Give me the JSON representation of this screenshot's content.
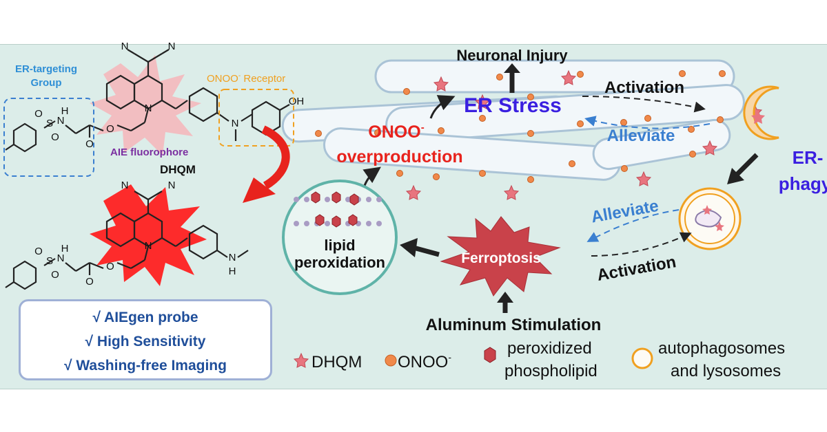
{
  "molecule_labels": {
    "er_targeting_line1": "ER-targeting",
    "er_targeting_line2": "Group",
    "onoo_receptor": "ONOO",
    "onoo_receptor_sup": "-",
    "onoo_receptor_suffix": " Receptor",
    "aie_fluorophore": "AIE  fluorophore",
    "probe_name": "DHQM",
    "atom_cn": "N",
    "atom_n": "N",
    "atom_h": "H",
    "atom_s": "S",
    "atom_o": "O",
    "atom_oh": "OH"
  },
  "features": [
    "√ AIEgen probe",
    "√ High Sensitivity",
    "√ Washing-free Imaging"
  ],
  "pathway": {
    "neuronal_injury": "Neuronal Injury",
    "er_stress": "ER Stress",
    "activation_top": "Activation",
    "alleviate_top": "Alleviate",
    "onoo_line1": "ONOO",
    "onoo_sup": "-",
    "onoo_line2": "overproduction",
    "er_phagy_line1": "ER-",
    "er_phagy_line2": "phagy",
    "lipid_line1": "lipid",
    "lipid_line2": "peroxidation",
    "ferroptosis": "Ferroptosis",
    "alleviate_bottom": "Alleviate",
    "activation_bottom": "Activation",
    "aluminum": "Aluminum Stimulation"
  },
  "legend": {
    "dhqm": "DHQM",
    "onoo": "ONOO",
    "onoo_sup": "-",
    "peroxidized_line1": "peroxidized",
    "peroxidized_line2": "phospholipid",
    "autophago_line1": "autophagosomes",
    "autophago_line2": "and lysosomes"
  },
  "colors": {
    "red_accent": "#e8231d",
    "blue_accent": "#3a1fe0",
    "alleviate_blue": "#3a7fd0",
    "orange_dash": "#f0a020",
    "er_blue_text": "#2f8fd6",
    "purple_text": "#7b2fa0",
    "ferroptosis_fill": "#c9424a",
    "lipid_circle": "#5fb3a8"
  }
}
